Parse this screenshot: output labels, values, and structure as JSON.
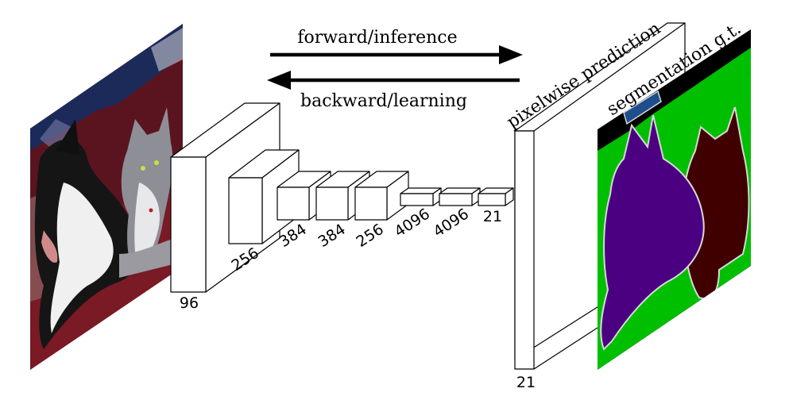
{
  "arrows": {
    "forward_label": "forward/inference",
    "backward_label": "backward/learning"
  },
  "output": {
    "prediction_label": "pixelwise prediction",
    "prediction_channels": "21"
  },
  "ground_truth": {
    "label": "segmentation g.t."
  },
  "layers": [
    {
      "channels": "96"
    },
    {
      "channels": "256"
    },
    {
      "channels": "384"
    },
    {
      "channels": "384"
    },
    {
      "channels": "256"
    },
    {
      "channels": "4096"
    },
    {
      "channels": "4096"
    },
    {
      "channels": "21"
    }
  ],
  "colors": {
    "gt_background": "#000000",
    "gt_green": "#00bf00",
    "gt_dog": "#4b0082",
    "gt_cat": "#400000",
    "gt_blue": "#1f4e8c",
    "gt_outline": "#d8d8d8",
    "photo_sofa": "#5a1420",
    "photo_wall": "#1c2a5a"
  }
}
